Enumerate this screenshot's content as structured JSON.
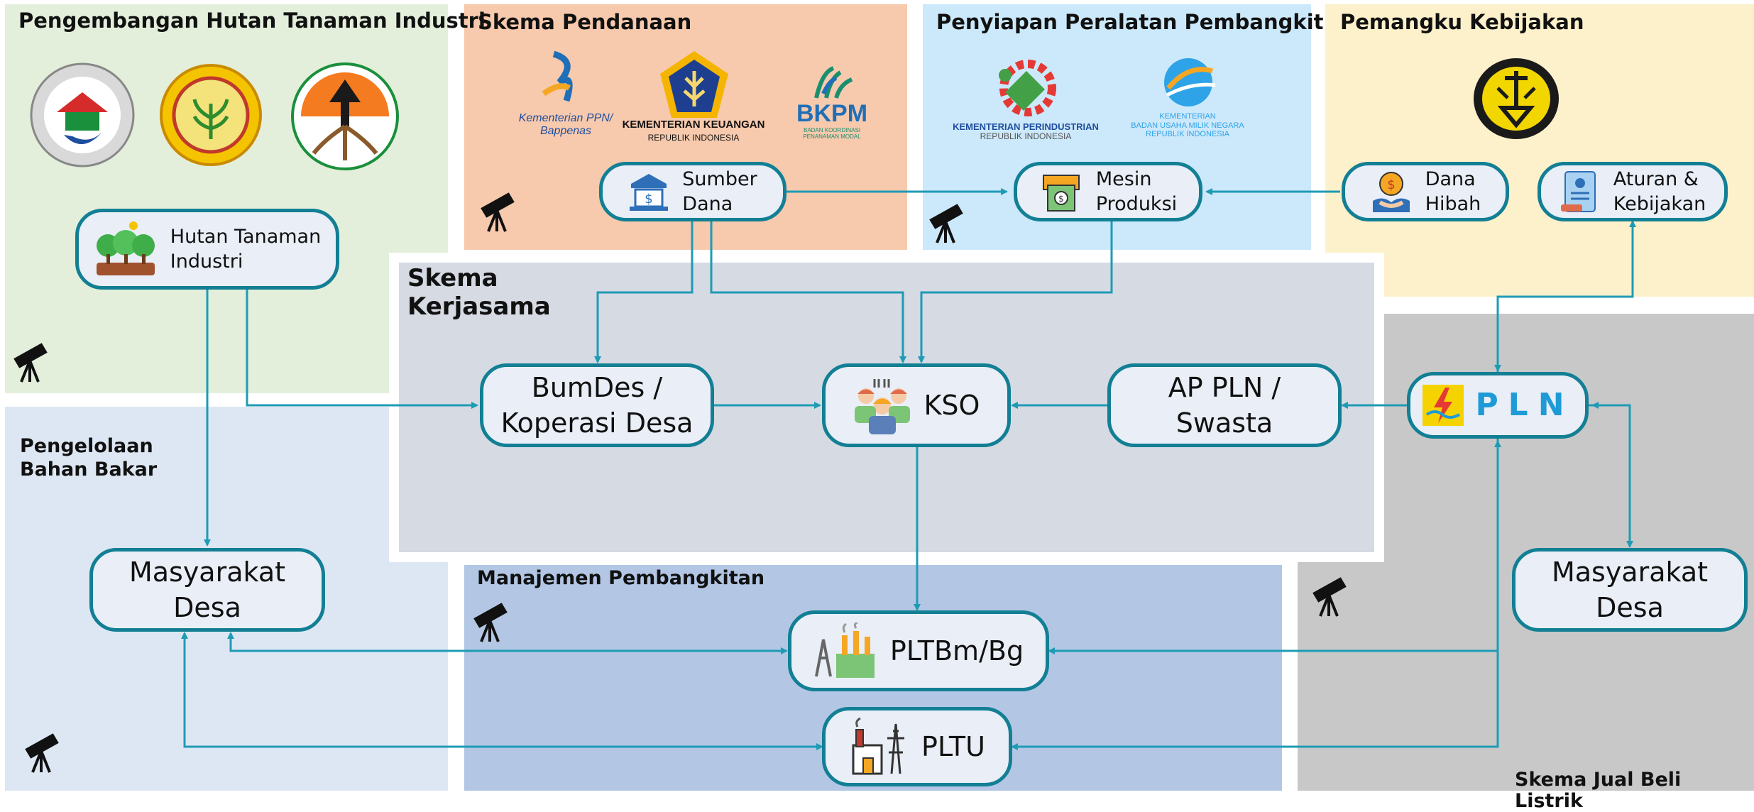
{
  "zones": {
    "hti": "Pengembangan Hutan Tanaman Industri",
    "pendanaan": "Skema Pendanaan",
    "peralatan": "Penyiapan Peralatan Pembangkit",
    "kebijakan": "Pemangku Kebijakan",
    "kerjasama": "Skema\nKerjasama",
    "bahan_bakar": "Pengelolaan\nBahan Bakar",
    "manajemen": "Manajemen Pembangkitan",
    "jual_beli": "Skema Jual Beli Listrik"
  },
  "nodes": {
    "hutan": "Hutan Tanaman\nIndustri",
    "sumber_dana": "Sumber\nDana",
    "mesin": "Mesin\nProduksi",
    "dana_hibah": "Dana\nHibah",
    "aturan": "Aturan &\nKebijakan",
    "bumdes": "BumDes /\nKoperasi Desa",
    "kso": "KSO",
    "ap_pln": "AP PLN /\nSwasta",
    "pln": "PLN",
    "masyarakat_left": "Masyarakat\nDesa",
    "masyarakat_right": "Masyarakat\nDesa",
    "pltbm": "PLTBm/Bg",
    "pltu": "PLTU"
  },
  "logos": {
    "bappenas": "Kementerian PPN/\nBappenas",
    "keuangan_title": "KEMENTERIAN KEUANGAN",
    "keuangan_sub": "REPUBLIK INDONESIA",
    "bkpm": "BKPM",
    "bkpm_sub": "BADAN KOORDINASI\nPENANAMAN MODAL",
    "perindustrian_title": "KEMENTERIAN PERINDUSTRIAN",
    "perindustrian_sub": "REPUBLIK INDONESIA",
    "bumn_title": "KEMENTERIAN",
    "bumn_sub": "BADAN USAHA MILIK NEGARA\nREPUBLIK INDONESIA"
  },
  "colors": {
    "arrow": "#1e9bb5",
    "node_border": "#127f94",
    "node_fill": "#e9eef7",
    "zone_hti": "#e3efdb",
    "zone_pendanaan": "#f7c9ad",
    "zone_peralatan": "#cce8fb",
    "zone_kebijakan": "#fdf1cb",
    "zone_kerjasama": "#d5dae3",
    "zone_bahan_bakar": "#dde7f3",
    "zone_manajemen": "#b3c7e5",
    "zone_jual_beli": "#c8c8c8"
  },
  "icons": [
    "telescope-icon",
    "bank-icon",
    "printer-icon",
    "money-hand-icon",
    "document-icon",
    "trees-icon",
    "workers-icon",
    "factory-icon",
    "power-plant-icon",
    "pln-logo"
  ]
}
